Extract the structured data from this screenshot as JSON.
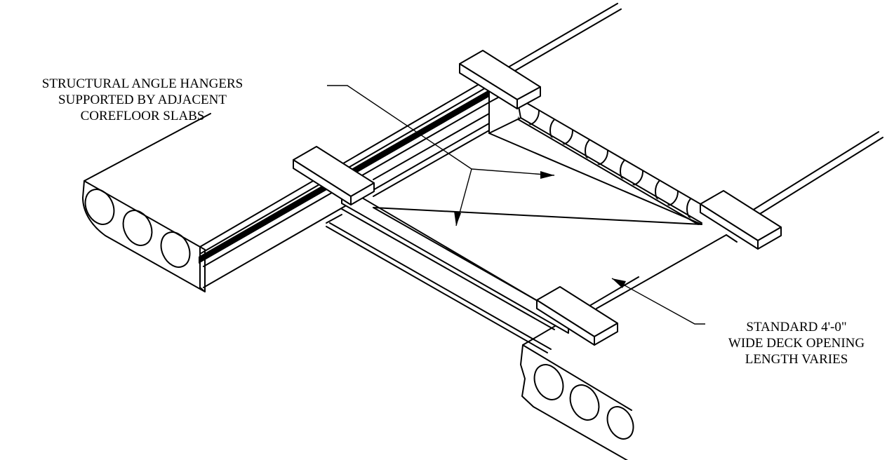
{
  "callouts": {
    "hangers": {
      "line1": "STRUCTURAL ANGLE HANGERS",
      "line2": "SUPPORTED BY ADJACENT",
      "line3": "COREFLOOR SLABS"
    },
    "opening": {
      "line1": "STANDARD 4'-0\"",
      "line2": "WIDE DECK OPENING",
      "line3": "LENGTH VARIES"
    }
  },
  "colors": {
    "ink": "#000000",
    "paper": "#ffffff"
  }
}
